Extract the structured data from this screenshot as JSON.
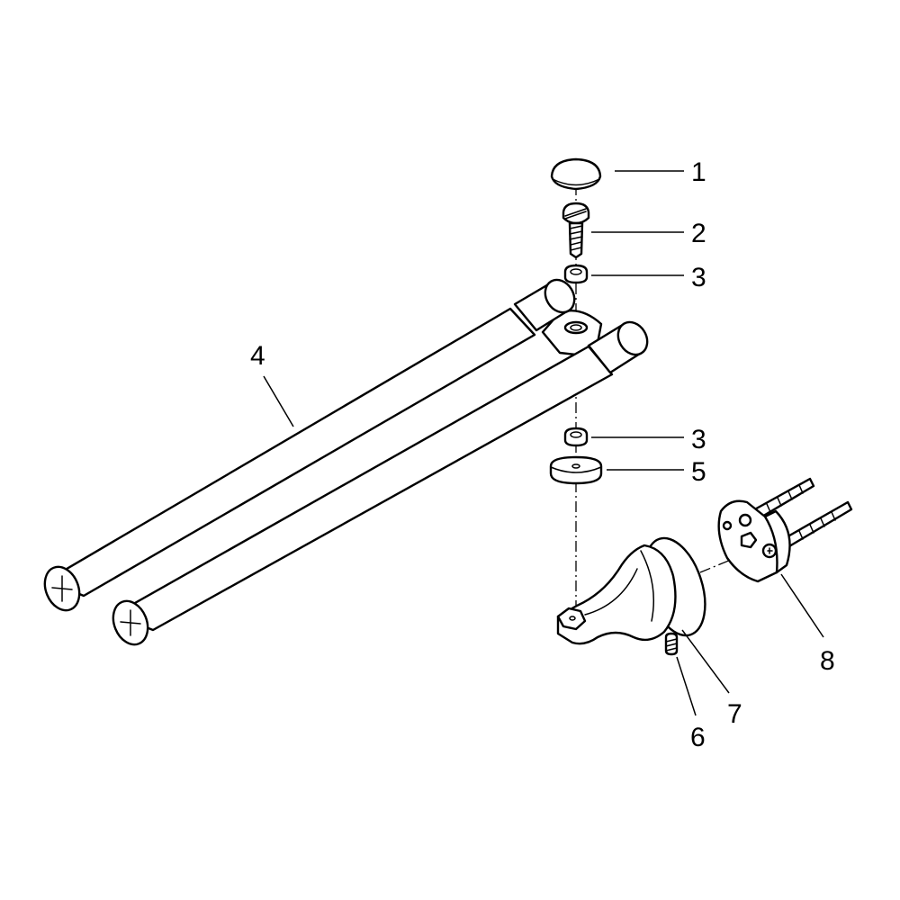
{
  "diagram": {
    "kind": "exploded-parts-diagram",
    "line_color": "#000000",
    "background_color": "#ffffff",
    "callouts": [
      {
        "id": "c1",
        "label": "1"
      },
      {
        "id": "c2",
        "label": "2"
      },
      {
        "id": "c3a",
        "label": "3"
      },
      {
        "id": "c3b",
        "label": "3"
      },
      {
        "id": "c4",
        "label": "4"
      },
      {
        "id": "c5",
        "label": "5"
      },
      {
        "id": "c6",
        "label": "6"
      },
      {
        "id": "c7",
        "label": "7"
      },
      {
        "id": "c8",
        "label": "8"
      }
    ]
  }
}
